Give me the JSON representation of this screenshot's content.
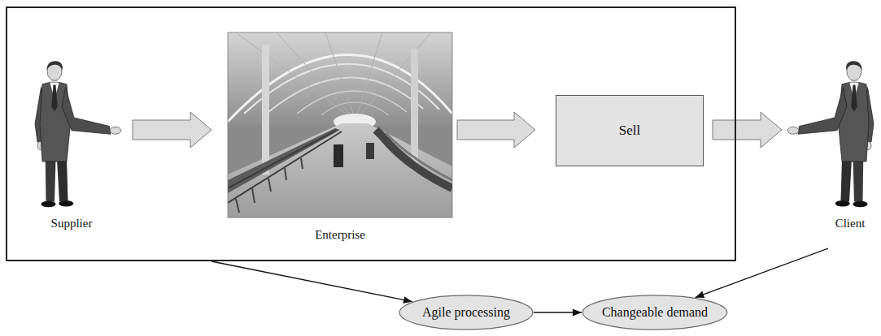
{
  "diagram": {
    "nodes": [
      {
        "text": []
      },
      {
        "text": [
          "Supplier"
        ],
        "in": 0
      },
      {
        "text": [
          "Enterprise"
        ],
        "in": 0
      },
      {
        "text": [
          "Sell"
        ],
        "in": 0
      },
      {
        "text": [
          "Client"
        ]
      },
      {
        "text": [
          "Agile processing"
        ]
      },
      {
        "text": [
          "Changeable demand"
        ]
      }
    ],
    "edges": [
      {
        "from": 1,
        "to": 2,
        "arrow": "to"
      },
      {
        "from": 2,
        "to": 3,
        "arrow": "to"
      },
      {
        "from": 3,
        "to": 4,
        "arrow": "to"
      },
      {
        "from": 0,
        "to": 5,
        "arrow": "to"
      },
      {
        "from": 4,
        "to": 6,
        "arrow": "to"
      },
      {
        "from": 5,
        "to": 6,
        "arrow": "to"
      }
    ]
  }
}
